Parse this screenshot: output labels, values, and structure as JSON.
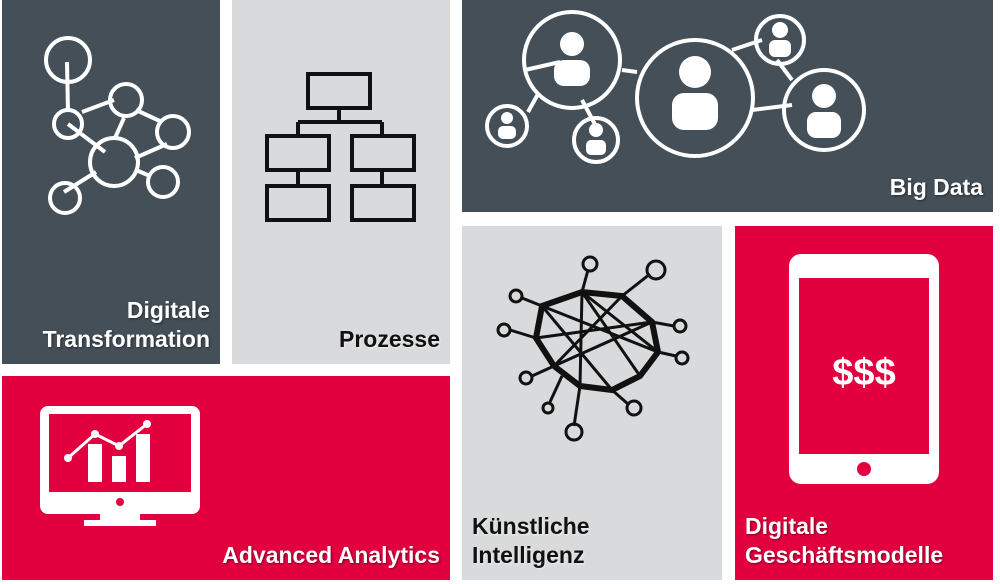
{
  "tiles": {
    "digital_transformation": {
      "line1": "Digitale",
      "line2": "Transformation"
    },
    "processes": {
      "label": "Prozesse"
    },
    "big_data": {
      "label": "Big Data"
    },
    "advanced_analytics": {
      "label": "Advanced Analytics"
    },
    "ai": {
      "line1": "Künstliche",
      "line2": "Intelligenz"
    },
    "digital_business": {
      "line1": "Digitale",
      "line2": "Geschäftsmodelle",
      "screen_text": "$$$"
    }
  },
  "colors": {
    "dark": "#444f58",
    "gray": "#d9dadb",
    "red": "#e2003f"
  }
}
